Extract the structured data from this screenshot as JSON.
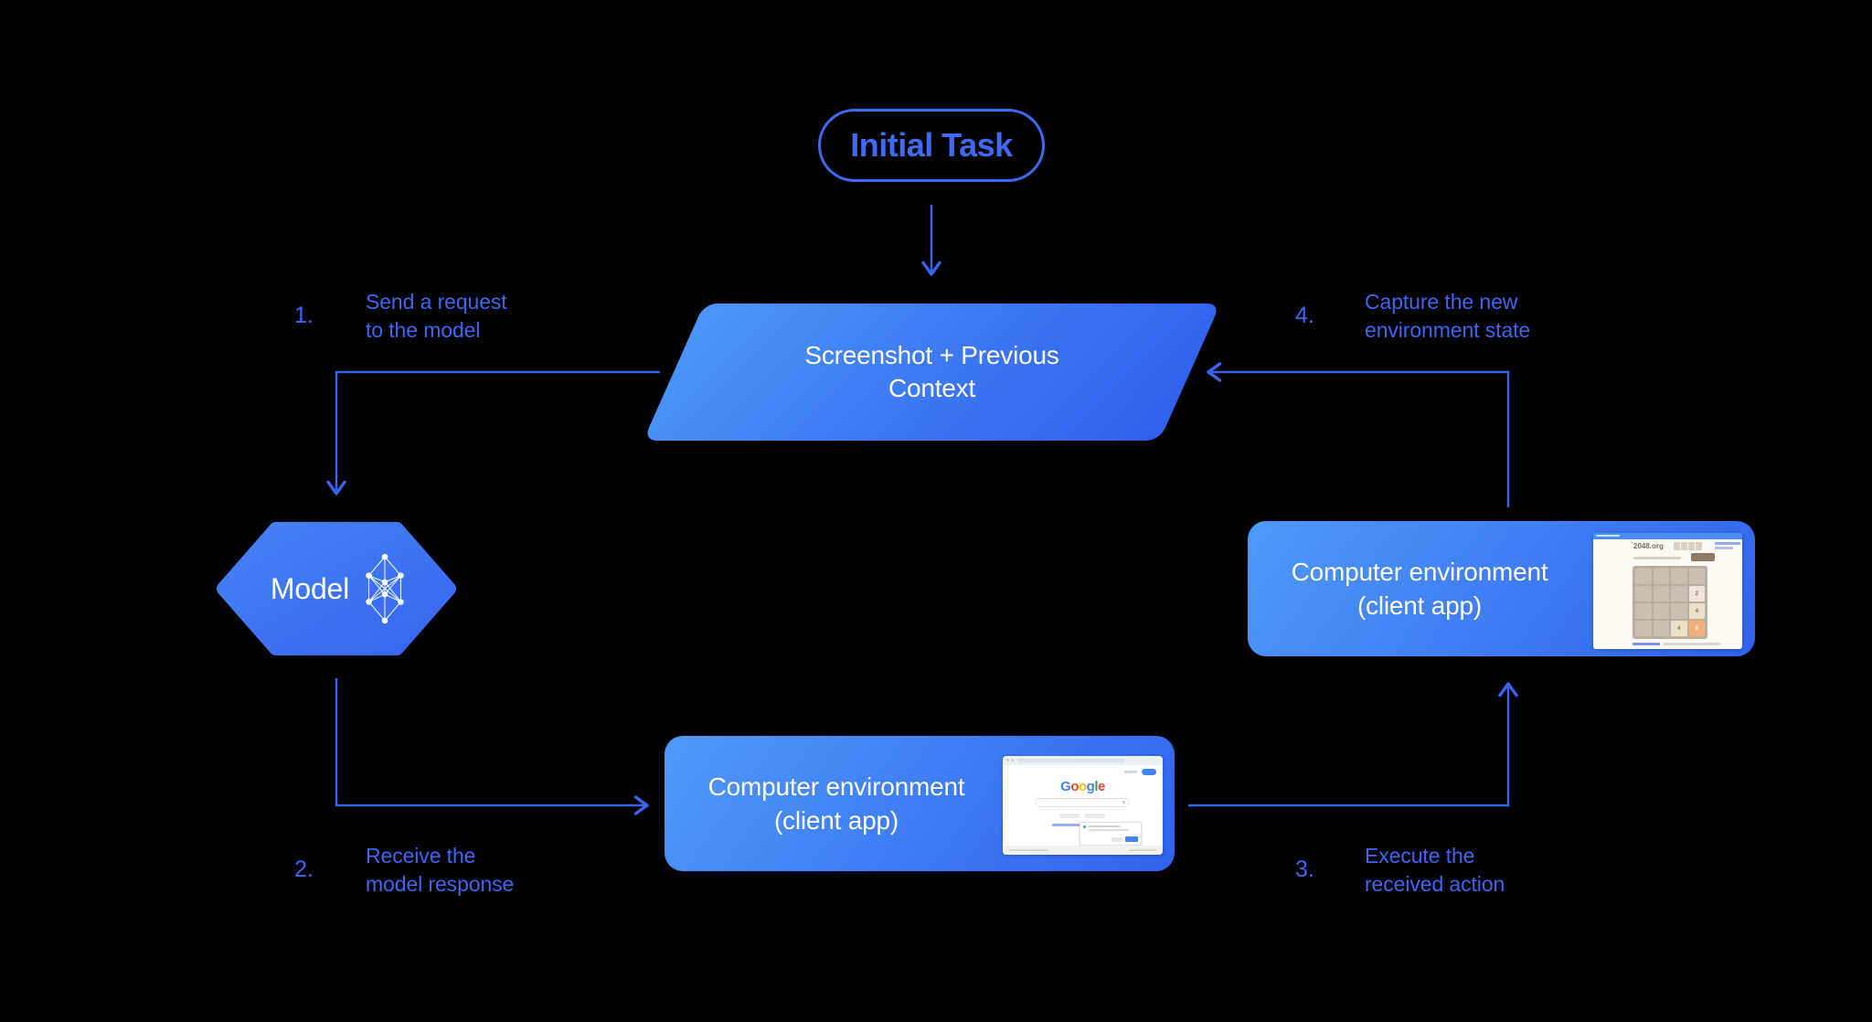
{
  "initial_task": {
    "label": "Initial Task"
  },
  "parallelogram": {
    "line1": "Screenshot + Previous",
    "line2": "Context"
  },
  "model_node": {
    "label": "Model"
  },
  "env_box_bottom": {
    "line1": "Computer environment",
    "line2": "(client app)"
  },
  "env_box_right": {
    "line1": "Computer environment",
    "line2": "(client app)"
  },
  "steps": [
    {
      "num": "1.",
      "line1": "Send a request",
      "line2": "to the model"
    },
    {
      "num": "2.",
      "line1": "Receive the",
      "line2": "model response"
    },
    {
      "num": "3.",
      "line1": "Execute the",
      "line2": "received action"
    },
    {
      "num": "4.",
      "line1": "Capture the new",
      "line2": "environment state"
    }
  ],
  "mini_google": {
    "logo_letters": [
      {
        "ch": "G",
        "color": "#4285F4"
      },
      {
        "ch": "o",
        "color": "#EA4335"
      },
      {
        "ch": "o",
        "color": "#FBBC05"
      },
      {
        "ch": "g",
        "color": "#4285F4"
      },
      {
        "ch": "l",
        "color": "#34A853"
      },
      {
        "ch": "e",
        "color": "#EA4335"
      }
    ]
  },
  "mini_2048": {
    "site": "2048.org",
    "tiles": {
      "r2c4": "2",
      "r3c4": "4",
      "r4c3": "4",
      "r4c4": "8"
    }
  },
  "colors": {
    "background": "#000000",
    "accent_blue": "#3D66F2",
    "shape_gradient_from": "#4C96F8",
    "shape_gradient_to": "#2F5FEC",
    "node_text": "#FFFFFF"
  }
}
